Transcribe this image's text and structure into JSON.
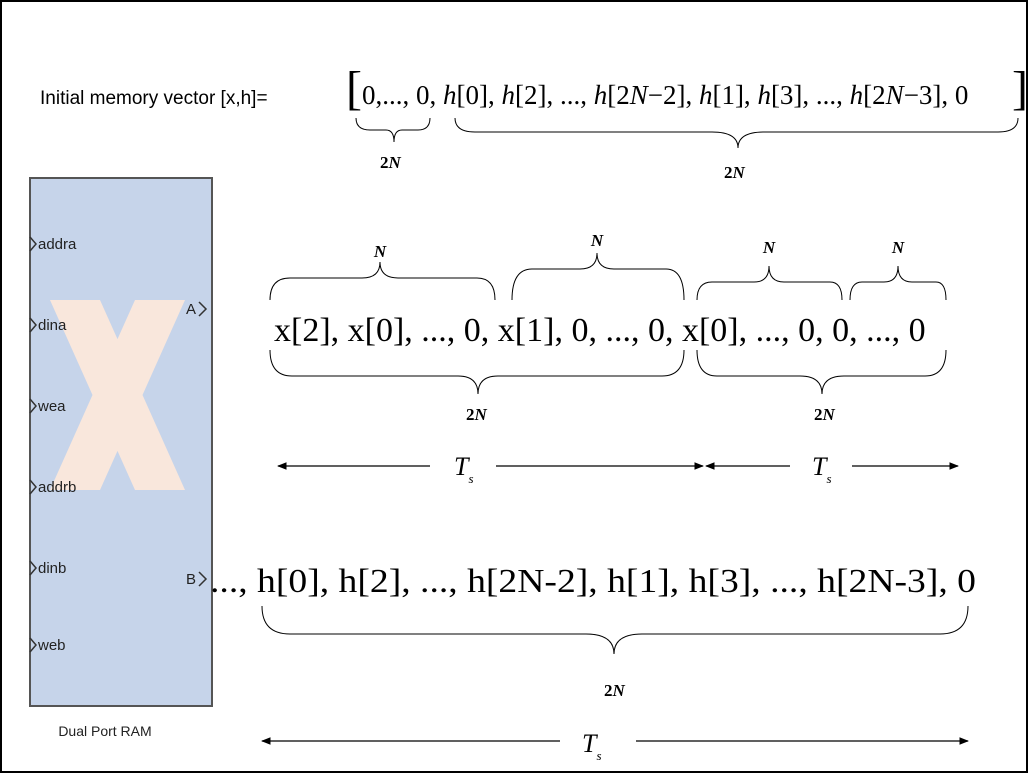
{
  "memory_vector": {
    "label": "Initial memory vector [x,h]=",
    "elements": [
      "0,..., 0, ",
      "h",
      "[0], ",
      "h",
      "[2], ..., ",
      "h",
      "[2",
      "N",
      "−2], ",
      "h",
      "[1], ",
      "h",
      "[3], ..., ",
      "h",
      "[2",
      "N",
      "−3], 0"
    ],
    "brace_left_label": [
      "2",
      "N"
    ],
    "brace_right_label": [
      "2",
      "N"
    ]
  },
  "block": {
    "title": "Dual Port RAM",
    "inputs": [
      "addra",
      "dina",
      "wea",
      "addrb",
      "dinb",
      "web"
    ],
    "outputs": [
      "A",
      "B"
    ]
  },
  "port_a_row": {
    "segments": [
      "x[2], x[0], ..., 0, ",
      "x[1], 0, ..., 0, ",
      "x[0], ..., 0, ",
      "0, ..., 0"
    ],
    "top_labels": [
      "N",
      "N",
      "N",
      "N"
    ],
    "bottom_labels": [
      [
        "2",
        "N"
      ],
      [
        "2",
        "N"
      ]
    ],
    "period_labels": [
      [
        "T",
        "s"
      ],
      [
        "T",
        "s"
      ]
    ]
  },
  "port_b_row": {
    "text": "..., h[0], h[2], ..., h[2N-2], h[1], h[3], ..., h[2N-3], 0",
    "bottom_label": [
      "2",
      "N"
    ],
    "period_label": [
      "T",
      "s"
    ]
  },
  "colors": {
    "block_fill": "#c6d4ea",
    "block_border": "#555555",
    "logo": "#f9e7dc"
  }
}
